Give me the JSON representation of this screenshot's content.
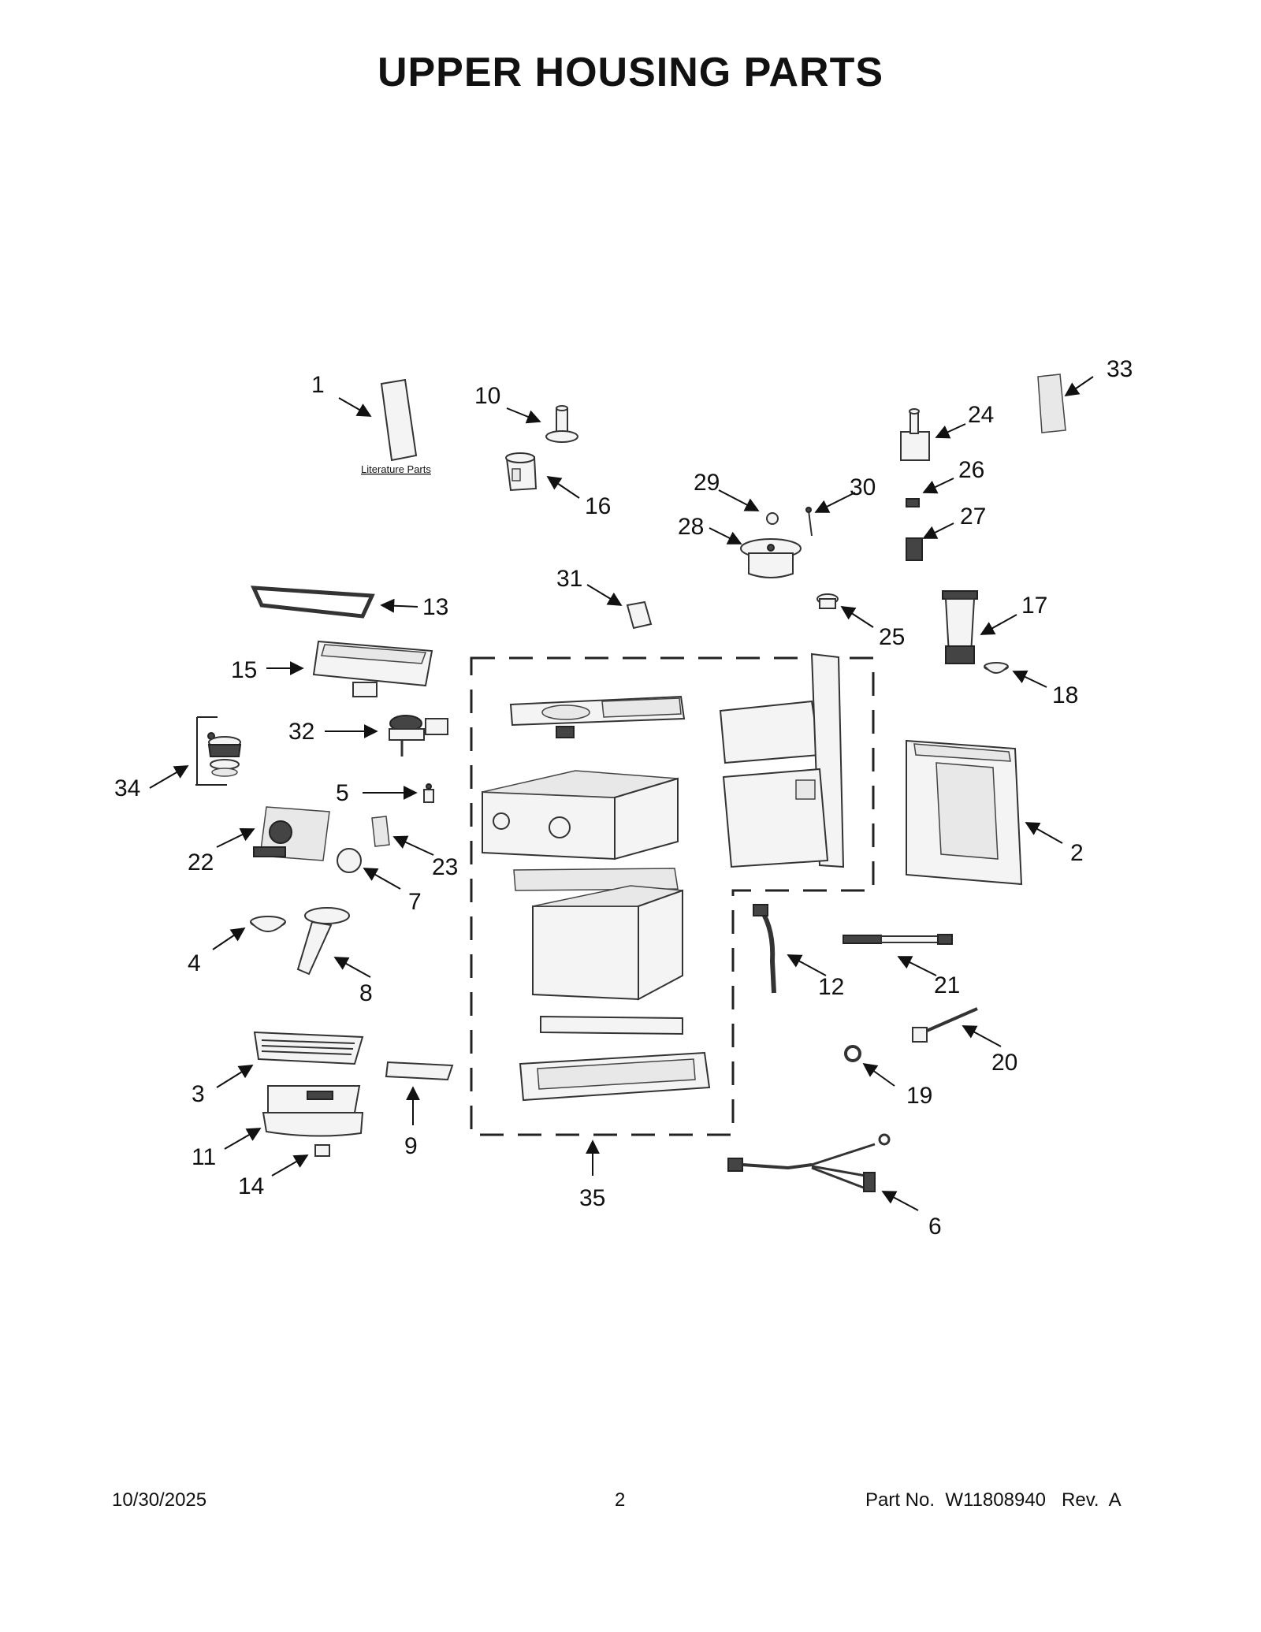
{
  "title": "UPPER HOUSING PARTS",
  "literature_label": "Literature Parts",
  "callouts": [
    {
      "id": "c1",
      "label": "1"
    },
    {
      "id": "c2",
      "label": "2"
    },
    {
      "id": "c3",
      "label": "3"
    },
    {
      "id": "c4",
      "label": "4"
    },
    {
      "id": "c5",
      "label": "5"
    },
    {
      "id": "c6",
      "label": "6"
    },
    {
      "id": "c7",
      "label": "7"
    },
    {
      "id": "c8",
      "label": "8"
    },
    {
      "id": "c9",
      "label": "9"
    },
    {
      "id": "c10",
      "label": "10"
    },
    {
      "id": "c11",
      "label": "11"
    },
    {
      "id": "c12",
      "label": "12"
    },
    {
      "id": "c13",
      "label": "13"
    },
    {
      "id": "c14",
      "label": "14"
    },
    {
      "id": "c15",
      "label": "15"
    },
    {
      "id": "c16",
      "label": "16"
    },
    {
      "id": "c17",
      "label": "17"
    },
    {
      "id": "c18",
      "label": "18"
    },
    {
      "id": "c19",
      "label": "19"
    },
    {
      "id": "c20",
      "label": "20"
    },
    {
      "id": "c21",
      "label": "21"
    },
    {
      "id": "c22",
      "label": "22"
    },
    {
      "id": "c23",
      "label": "23"
    },
    {
      "id": "c24",
      "label": "24"
    },
    {
      "id": "c25",
      "label": "25"
    },
    {
      "id": "c26",
      "label": "26"
    },
    {
      "id": "c27",
      "label": "27"
    },
    {
      "id": "c28",
      "label": "28"
    },
    {
      "id": "c29",
      "label": "29"
    },
    {
      "id": "c30",
      "label": "30"
    },
    {
      "id": "c31",
      "label": "31"
    },
    {
      "id": "c32",
      "label": "32"
    },
    {
      "id": "c33",
      "label": "33"
    },
    {
      "id": "c34",
      "label": "34"
    },
    {
      "id": "c35",
      "label": "35"
    }
  ],
  "footer": {
    "date": "10/30/2025",
    "page": "2",
    "part_no": "Part No.  W11808940   Rev.  A"
  }
}
